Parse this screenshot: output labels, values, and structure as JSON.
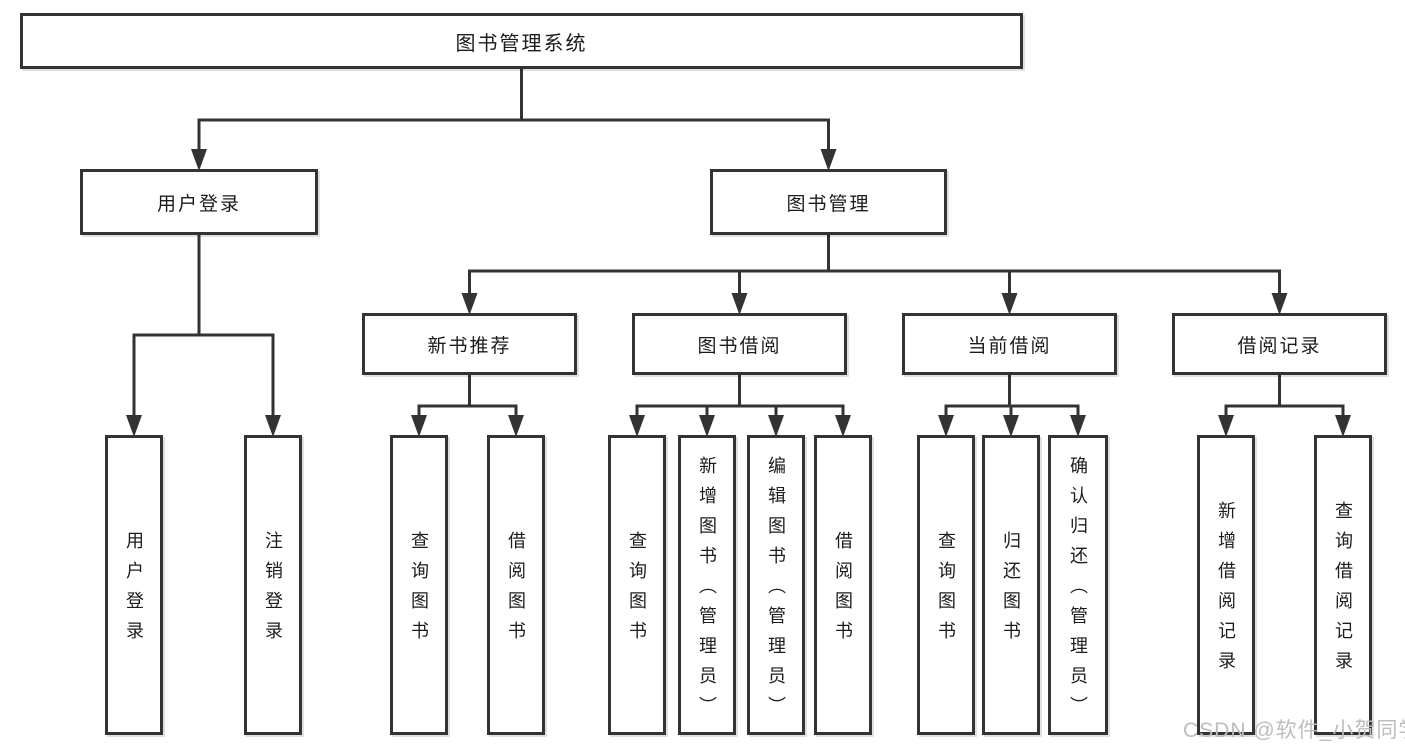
{
  "title": "图书管理系统",
  "watermark": "CSDN @软件_小贺同学",
  "colors": {
    "line": "#333333",
    "box_border": "#333333",
    "text": "#1c1c1c",
    "background": "#ffffff",
    "watermark": "#bdbdbd"
  },
  "diagram": {
    "nodes": [
      {
        "id": "root",
        "label": "图书管理系统",
        "orient": "h"
      },
      {
        "id": "user-login",
        "label": "用户登录",
        "orient": "h"
      },
      {
        "id": "book-mgmt",
        "label": "图书管理",
        "orient": "h"
      },
      {
        "id": "new-book-rec",
        "label": "新书推荐",
        "orient": "h"
      },
      {
        "id": "book-borrow",
        "label": "图书借阅",
        "orient": "h"
      },
      {
        "id": "current-borrow",
        "label": "当前借阅",
        "orient": "h"
      },
      {
        "id": "borrow-record",
        "label": "借阅记录",
        "orient": "h"
      },
      {
        "id": "leaf-user-login",
        "label": "用户登录",
        "orient": "v"
      },
      {
        "id": "leaf-logout",
        "label": "注销登录",
        "orient": "v"
      },
      {
        "id": "leaf-nb-query",
        "label": "查询图书",
        "orient": "v"
      },
      {
        "id": "leaf-nb-borrow",
        "label": "借阅图书",
        "orient": "v"
      },
      {
        "id": "leaf-bb-query",
        "label": "查询图书",
        "orient": "v"
      },
      {
        "id": "leaf-bb-add",
        "label": "新增图书（管理员）",
        "orient": "v"
      },
      {
        "id": "leaf-bb-edit",
        "label": "编辑图书（管理员）",
        "orient": "v"
      },
      {
        "id": "leaf-bb-borrow",
        "label": "借阅图书",
        "orient": "v"
      },
      {
        "id": "leaf-cb-query",
        "label": "查询图书",
        "orient": "v"
      },
      {
        "id": "leaf-cb-return",
        "label": "归还图书",
        "orient": "v"
      },
      {
        "id": "leaf-cb-confirm",
        "label": "确认归还（管理员）",
        "orient": "v"
      },
      {
        "id": "leaf-br-add",
        "label": "新增借阅记录",
        "orient": "v"
      },
      {
        "id": "leaf-br-query",
        "label": "查询借阅记录",
        "orient": "v"
      }
    ],
    "edges": [
      {
        "parent": "root",
        "children": [
          "user-login",
          "book-mgmt"
        ]
      },
      {
        "parent": "user-login",
        "children": [
          "leaf-user-login",
          "leaf-logout"
        ]
      },
      {
        "parent": "book-mgmt",
        "children": [
          "new-book-rec",
          "book-borrow",
          "current-borrow",
          "borrow-record"
        ]
      },
      {
        "parent": "new-book-rec",
        "children": [
          "leaf-nb-query",
          "leaf-nb-borrow"
        ]
      },
      {
        "parent": "book-borrow",
        "children": [
          "leaf-bb-query",
          "leaf-bb-add",
          "leaf-bb-edit",
          "leaf-bb-borrow"
        ]
      },
      {
        "parent": "current-borrow",
        "children": [
          "leaf-cb-query",
          "leaf-cb-return",
          "leaf-cb-confirm"
        ]
      },
      {
        "parent": "borrow-record",
        "children": [
          "leaf-br-add",
          "leaf-br-query"
        ]
      }
    ]
  }
}
